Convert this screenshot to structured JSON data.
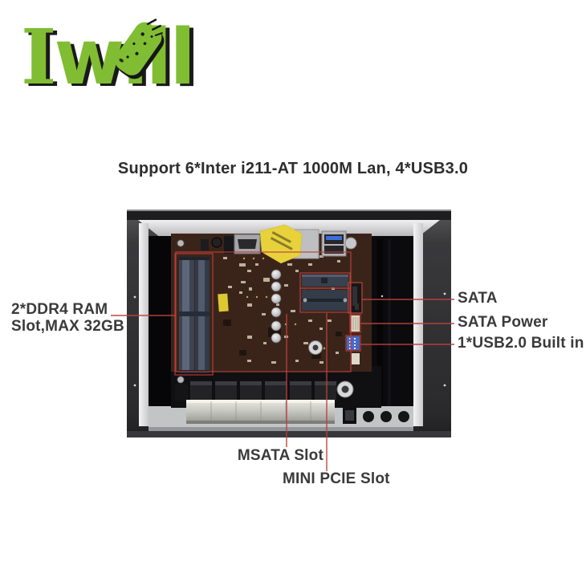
{
  "brand": {
    "name": "Iwill",
    "logo_i": "I",
    "logo_rest": "wıll",
    "color": "#80bd33",
    "shadow_color": "#1a1a1a",
    "leaf_icon": "corn-leaf"
  },
  "title": {
    "text": "Support 6*Inter i211-AT 1000M Lan, 4*USB3.0"
  },
  "annotations": {
    "color": "#b8403c",
    "ram": {
      "line1": "2*DDR4 RAM",
      "line2": "Slot,MAX 32GB"
    },
    "sata": {
      "label": "SATA"
    },
    "sata_power": {
      "label": "SATA Power"
    },
    "usb2": {
      "label": "1*USB2.0 Built in"
    },
    "msata": {
      "label": "MSATA Slot"
    },
    "mini_pcie": {
      "label": "MINI PCIE Slot"
    }
  },
  "photo": {
    "subject": "open fanless mini-PC chassis showing motherboard internals",
    "visible_parts": [
      "2x DDR4 SO-DIMM slots",
      "mSATA slot",
      "mini PCIe slot",
      "SATA port",
      "SATA power connector",
      "USB2.0 pin header",
      "HDMI port",
      "USB3.0 ports",
      "yellow serial sticker",
      "capacitors",
      "inductor row",
      "LAN port block"
    ],
    "colors": {
      "case": "#343436",
      "interior": "#0b0b0d",
      "floor": "#c3c4c6",
      "pcb": "#42291e",
      "ram_slot": "#3d4452",
      "sticker": "#e8d23c",
      "usb_header": "#4868c6",
      "sata_power": "#ddd6c4",
      "lan_block": "#c4c4be"
    }
  }
}
